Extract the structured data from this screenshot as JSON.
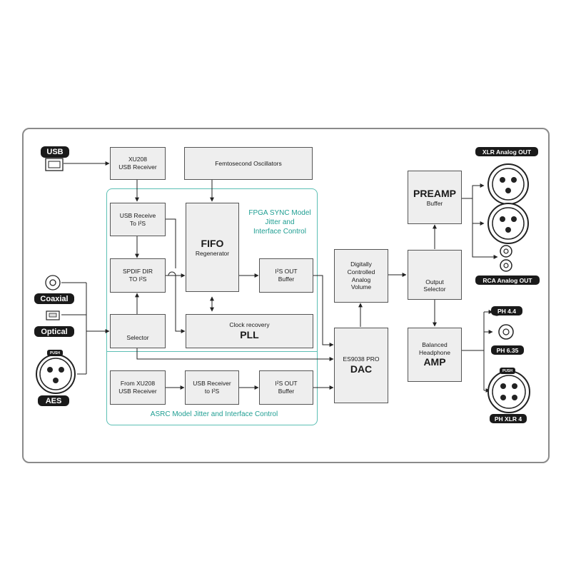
{
  "inputs": {
    "usb": "USB",
    "coaxial": "Coaxial",
    "optical": "Optical",
    "aes": "AES",
    "push": "PUSH"
  },
  "blocks": {
    "xu208": [
      "XU208",
      "USB Receiver"
    ],
    "femto": "Femtosecond Oscillators",
    "usb_receive": [
      "USB Receive",
      "To I²S"
    ],
    "fifo": {
      "title": "FIFO",
      "sub": "Regenerator"
    },
    "spdif": [
      "SPDIF DIR",
      "TO I²S"
    ],
    "i2s_out_fpga": [
      "I²S OUT",
      "Buffer"
    ],
    "selector": "Selector",
    "clock_pll": {
      "sub": "Clock recovery",
      "title": "PLL"
    },
    "from_xu208": [
      "From XU208",
      "USB Receiver"
    ],
    "usb_receiver_i2s": [
      "USB Receiver",
      "to I²S"
    ],
    "i2s_out_asrc": [
      "I²S OUT",
      "Buffer"
    ],
    "volume": [
      "Digitally",
      "Controlled",
      "Analog",
      "Volume"
    ],
    "dac": {
      "sub": "ES9038 PRO",
      "title": "DAC"
    },
    "preamp": {
      "title": "PREAMP",
      "sub": "Buffer"
    },
    "output_selector": [
      "Output",
      "Selector"
    ],
    "amp": {
      "sub1": "Balanced",
      "sub2": "Headphone",
      "title": "AMP"
    }
  },
  "zones": {
    "fpga": [
      "FPGA SYNC Model",
      "Jitter and",
      "Interface Control"
    ],
    "asrc": "ASRC Model Jitter and Interface Control"
  },
  "outputs": {
    "xlr": "XLR Analog OUT",
    "rca": "RCA Analog OUT",
    "ph44": "PH 4.4",
    "ph635": "PH 6.35",
    "phxlr4": "PH XLR 4",
    "push": "PUSH"
  },
  "colors": {
    "accent": "#1f9e92",
    "box_fill": "#eeeeee",
    "pill": "#1a1a1a"
  }
}
